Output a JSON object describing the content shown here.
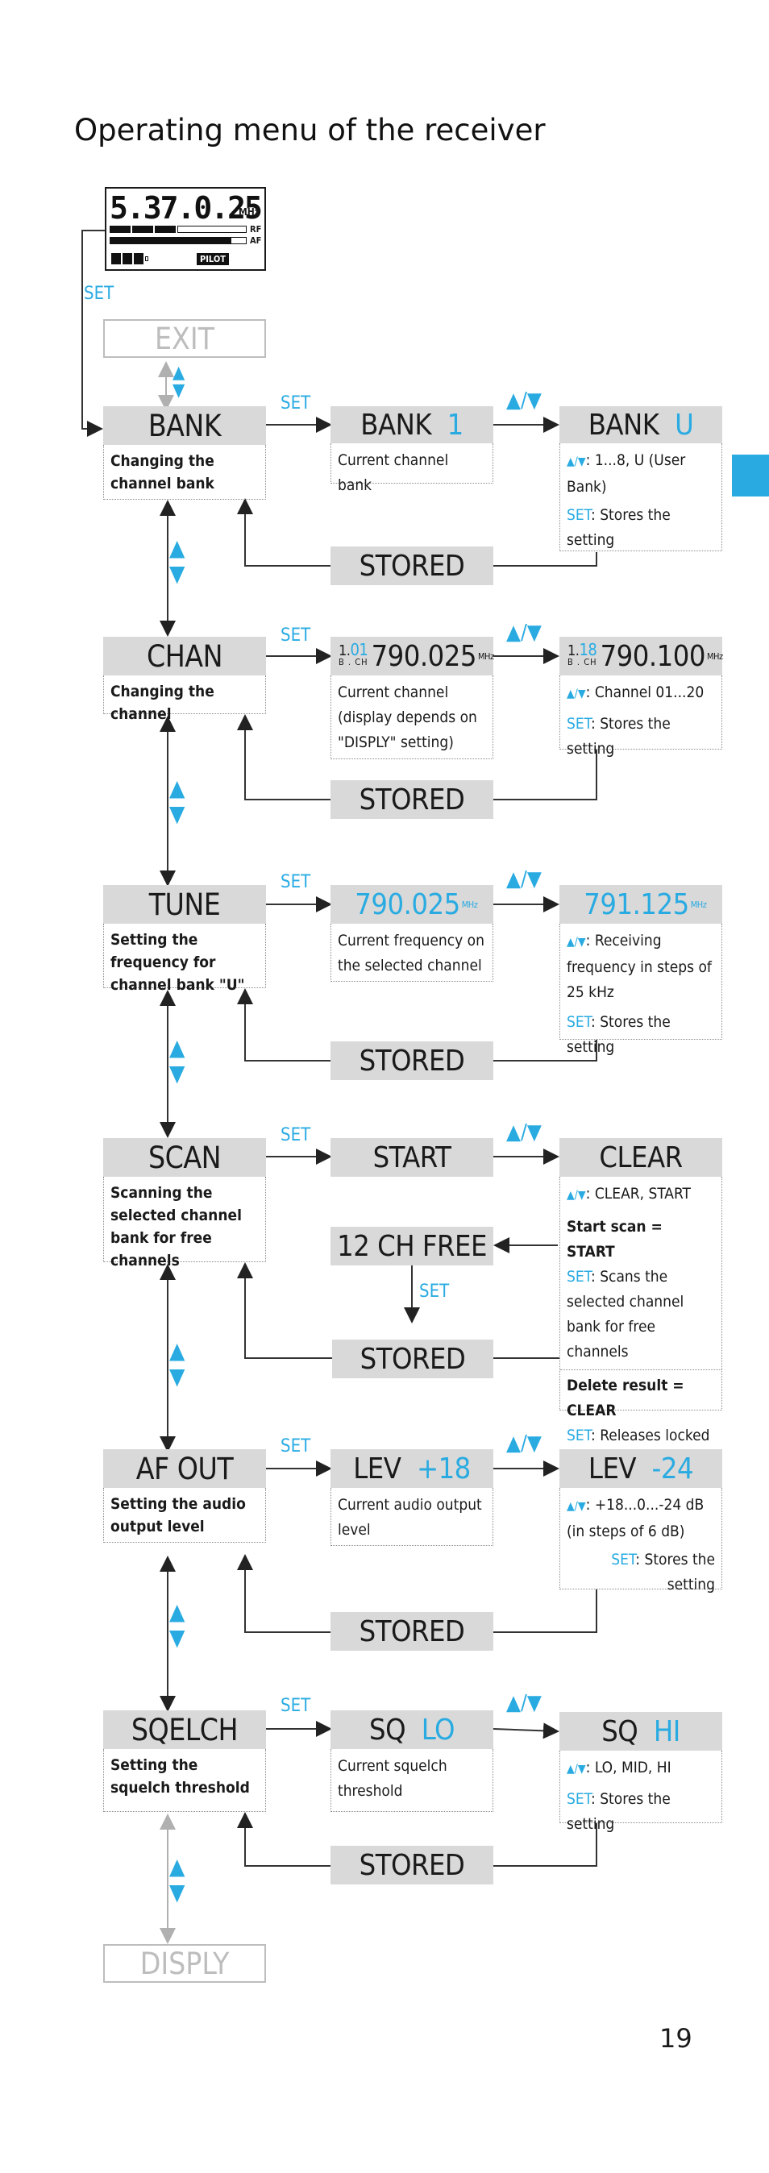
{
  "title": "Operating menu of the receiver",
  "page_number": "19",
  "lcd": {
    "digits": "5.37.0.25",
    "mhz": "MHz",
    "rf": "RF",
    "af": "AF",
    "pilot": "PILOT"
  },
  "labels": {
    "set": "SET",
    "stored": "STORED",
    "stores": ": Stores the setting"
  },
  "exit": "EXIT",
  "disply": "DISPLY",
  "bank": {
    "menu": "BANK",
    "desc": "Changing the channel bank",
    "d1_label": "BANK",
    "d1_value": "1",
    "i1": "Current channel bank",
    "d2_label": "BANK",
    "d2_value": "U",
    "i2_opts": ": 1...8, U (User Bank)"
  },
  "chan": {
    "menu": "CHAN",
    "desc": "Changing the channel",
    "d1_ch": "1.",
    "d1_chnum": "01",
    "d1_sub": "B . CH",
    "d1_freq": "790.025",
    "i1": "Current channel (display depends on \"DISPLY\" setting)",
    "d2_ch": "1.",
    "d2_chnum": "18",
    "d2_sub": "B . CH",
    "d2_freq": "790.100",
    "i2_opts": ": Channel  01...20"
  },
  "tune": {
    "menu": "TUNE",
    "desc": "Setting the frequency for channel bank \"U\"",
    "d1_freq": "790.025",
    "i1": "Current frequency on the selected channel",
    "d2_freq": "791.125",
    "i2_opts": ": Receiving frequency in steps of 25 kHz"
  },
  "scan": {
    "menu": "SCAN",
    "desc": "Scanning the selected channel bank for free channels",
    "d1": "START",
    "d2": "CLEAR",
    "d3": "12 CH FREE",
    "i2_opts": ": CLEAR, START",
    "start_head": "Start scan = START",
    "start_text": ": Scans the selected channel bank for free channels",
    "delete_head": "Delete result = CLEAR",
    "delete_text": ": Releases locked channels"
  },
  "afout": {
    "menu": "AF OUT",
    "desc": "Setting the audio output level",
    "d1_label": "LEV",
    "d1_value": "+18",
    "i1": "Current audio output level",
    "d2_label": "LEV",
    "d2_value": "-24",
    "i2_opts": ": +18...0...-24 dB (in steps of 6 dB)"
  },
  "sqelch": {
    "menu": "SQELCH",
    "desc": "Setting the squelch threshold",
    "d1_label": "SQ",
    "d1_value": "LO",
    "i1": "Current squelch threshold",
    "d2_label": "SQ",
    "d2_value": "HI",
    "i2_opts": ": LO, MID, HI"
  },
  "colors": {
    "accent": "#29abe2",
    "box_fill": "#d9d9d9",
    "ghost": "#bdbdbd",
    "line": "#333333"
  },
  "mhz_units": "MHz"
}
